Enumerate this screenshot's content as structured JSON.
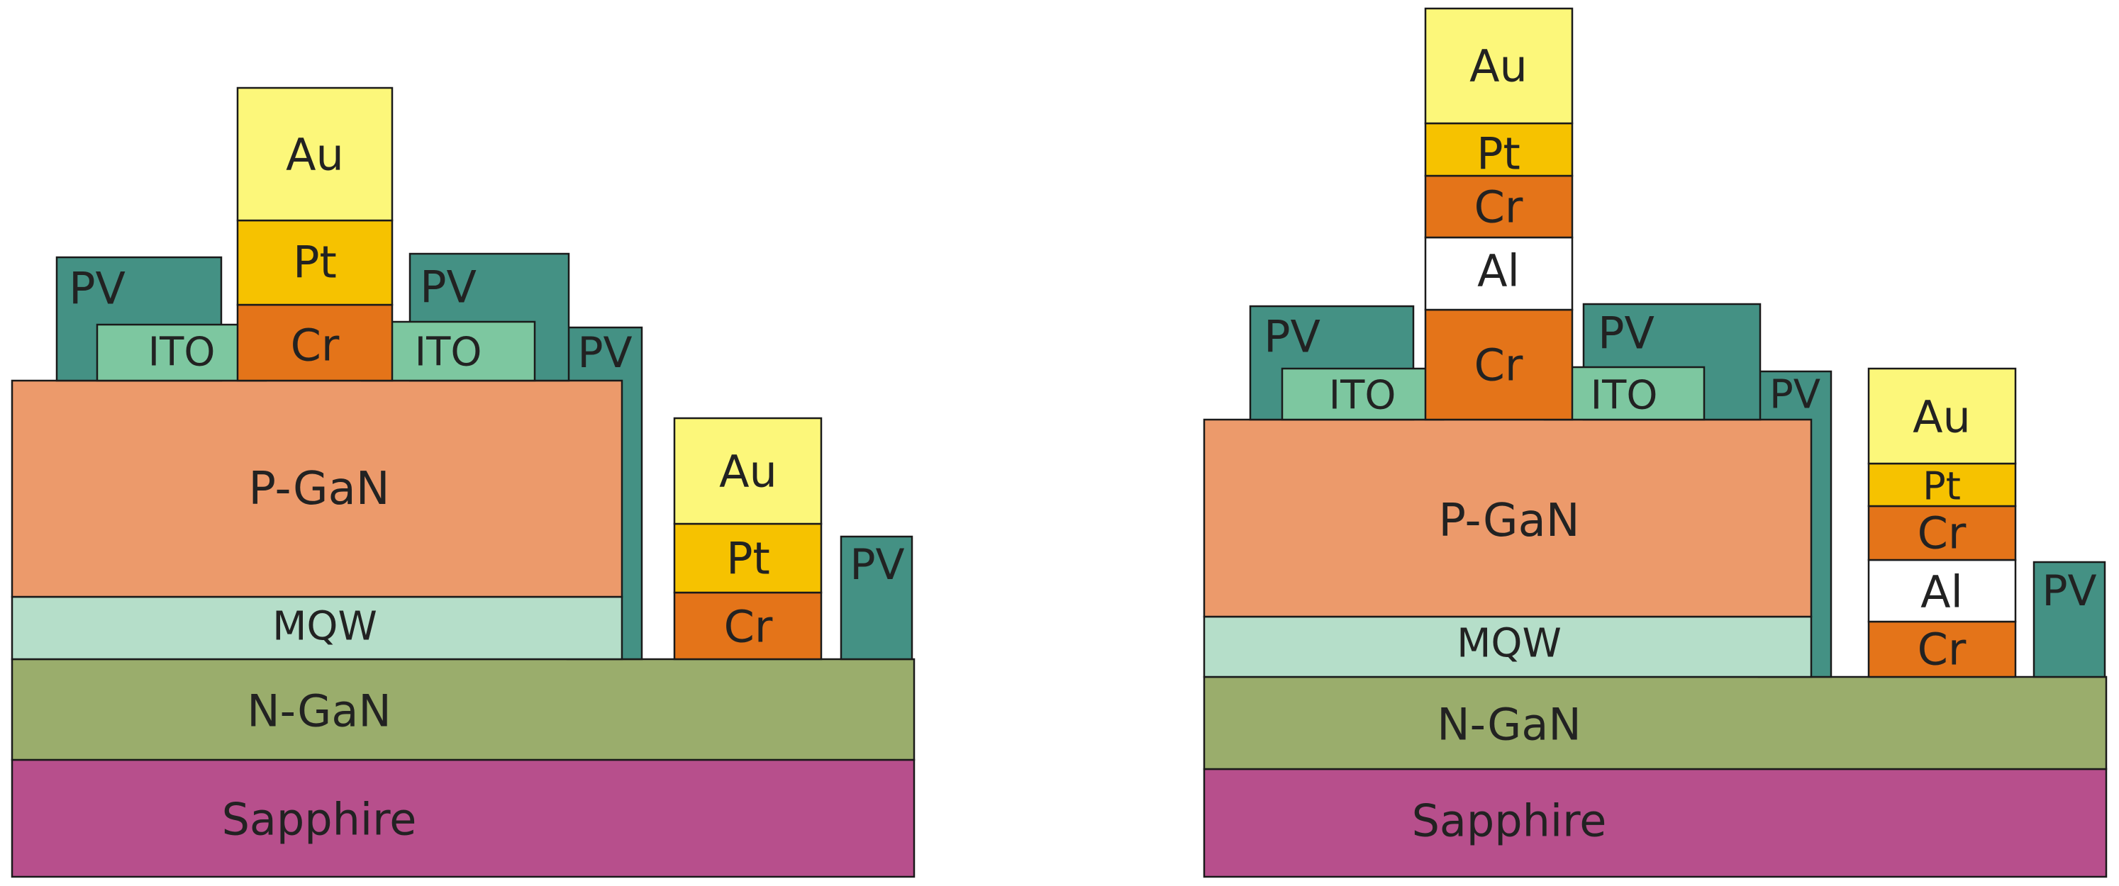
{
  "colors": {
    "sapphire": "#b74f8c",
    "n_gan": "#9aad6c",
    "mqw": "#b5dec9",
    "p_gan": "#ec9a6b",
    "ito": "#7dc7a0",
    "pv": "#449184",
    "cr": "#e47419",
    "pt": "#f6c200",
    "au": "#fcf77a",
    "al": "#ffffff"
  },
  "left_structure": {
    "layers": {
      "sapphire": "Sapphire",
      "n_gan": "N-GaN",
      "mqw": "MQW",
      "p_gan": "P-GaN"
    },
    "ito": [
      "ITO",
      "ITO"
    ],
    "pv": [
      "PV",
      "PV",
      "PV",
      "PV"
    ],
    "p_electrode": [
      "Cr",
      "Pt",
      "Au"
    ],
    "n_electrode": [
      "Cr",
      "Pt",
      "Au"
    ]
  },
  "right_structure": {
    "layers": {
      "sapphire": "Sapphire",
      "n_gan": "N-GaN",
      "mqw": "MQW",
      "p_gan": "P-GaN"
    },
    "ito": [
      "ITO",
      "ITO"
    ],
    "pv": [
      "PV",
      "PV",
      "PV",
      "PV"
    ],
    "p_electrode": [
      "Cr",
      "Al",
      "Cr",
      "Pt",
      "Au"
    ],
    "n_electrode": [
      "Cr",
      "Al",
      "Cr",
      "Pt",
      "Au"
    ]
  }
}
